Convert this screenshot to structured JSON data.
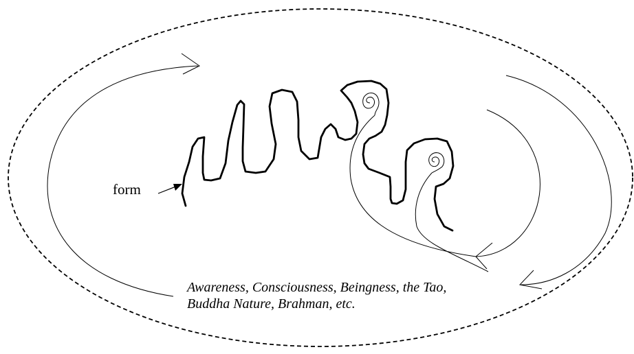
{
  "labels": {
    "form": "form",
    "caption_line_1": "Awareness, Consciousness, Beingness, the Tao,",
    "caption_line_2": "Buddha Nature, Brahman, etc."
  },
  "colors": {
    "stroke": "#000000",
    "background": "#ffffff"
  }
}
